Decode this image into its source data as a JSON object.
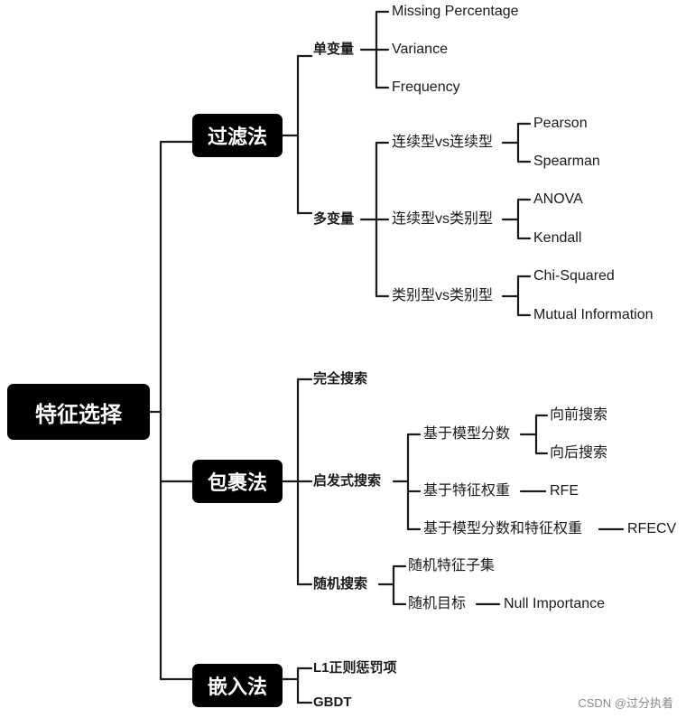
{
  "root": "特征选择",
  "categories": {
    "filter": {
      "label": "过滤法",
      "univariate": {
        "label": "单变量",
        "items": [
          "Missing Percentage",
          "Variance",
          "Frequency"
        ]
      },
      "multivariate": {
        "label": "多变量",
        "groups": [
          {
            "label": "连续型vs连续型",
            "items": [
              "Pearson",
              "Spearman"
            ]
          },
          {
            "label": "连续型vs类别型",
            "items": [
              "ANOVA",
              "Kendall"
            ]
          },
          {
            "label": "类别型vs类别型",
            "items": [
              "Chi-Squared",
              "Mutual Information"
            ]
          }
        ]
      }
    },
    "wrapper": {
      "label": "包裹法",
      "exhaustive": "完全搜索",
      "heuristic": {
        "label": "启发式搜索",
        "model_score": {
          "label": "基于模型分数",
          "items": [
            "向前搜索",
            "向后搜索"
          ]
        },
        "feature_weight": {
          "label": "基于特征权重",
          "target": "RFE"
        },
        "combined": {
          "label": "基于模型分数和特征权重",
          "target": "RFECV"
        }
      },
      "random": {
        "label": "随机搜索",
        "subset": "随机特征子集",
        "target": {
          "label": "随机目标",
          "item": "Null Importance"
        }
      }
    },
    "embedded": {
      "label": "嵌入法",
      "items": [
        "L1正则惩罚项",
        "GBDT"
      ]
    }
  },
  "watermark": "CSDN @过分执着"
}
